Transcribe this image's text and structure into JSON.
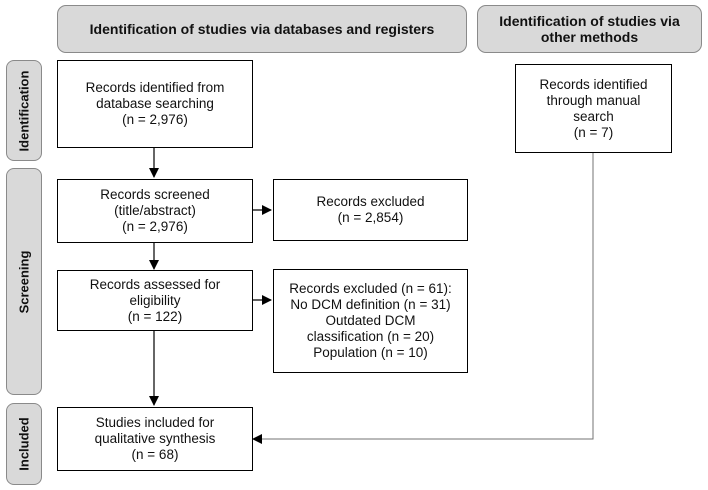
{
  "headers": {
    "databases": "Identification of studies via databases and registers",
    "other_line1": "Identification of studies via",
    "other_line2": "other methods"
  },
  "phases": {
    "identification": "Identification",
    "screening": "Screening",
    "included": "Included"
  },
  "boxes": {
    "identified": {
      "l1": "Records identified from",
      "l2": "database searching",
      "l3": "(n = 2,976)"
    },
    "screened": {
      "l1": "Records screened",
      "l2": "(title/abstract)",
      "l3": "(n = 2,976)"
    },
    "excluded": {
      "l1": "Records excluded",
      "l2": "(n = 2,854)"
    },
    "assessed": {
      "l1": "Records assessed for",
      "l2": "eligibility",
      "l3": "(n = 122)"
    },
    "excluded_eligibility": {
      "l1": "Records excluded (n = 61):",
      "l2": "No DCM definition (n = 31)",
      "l3": "Outdated DCM",
      "l4": "classification (n = 20)",
      "l5": "Population (n = 10)"
    },
    "included": {
      "l1": "Studies included for",
      "l2": "qualitative synthesis",
      "l3": "(n = 68)"
    },
    "manual": {
      "l1": "Records identified",
      "l2": "through manual",
      "l3": "search",
      "l4": "(n = 7)"
    }
  }
}
